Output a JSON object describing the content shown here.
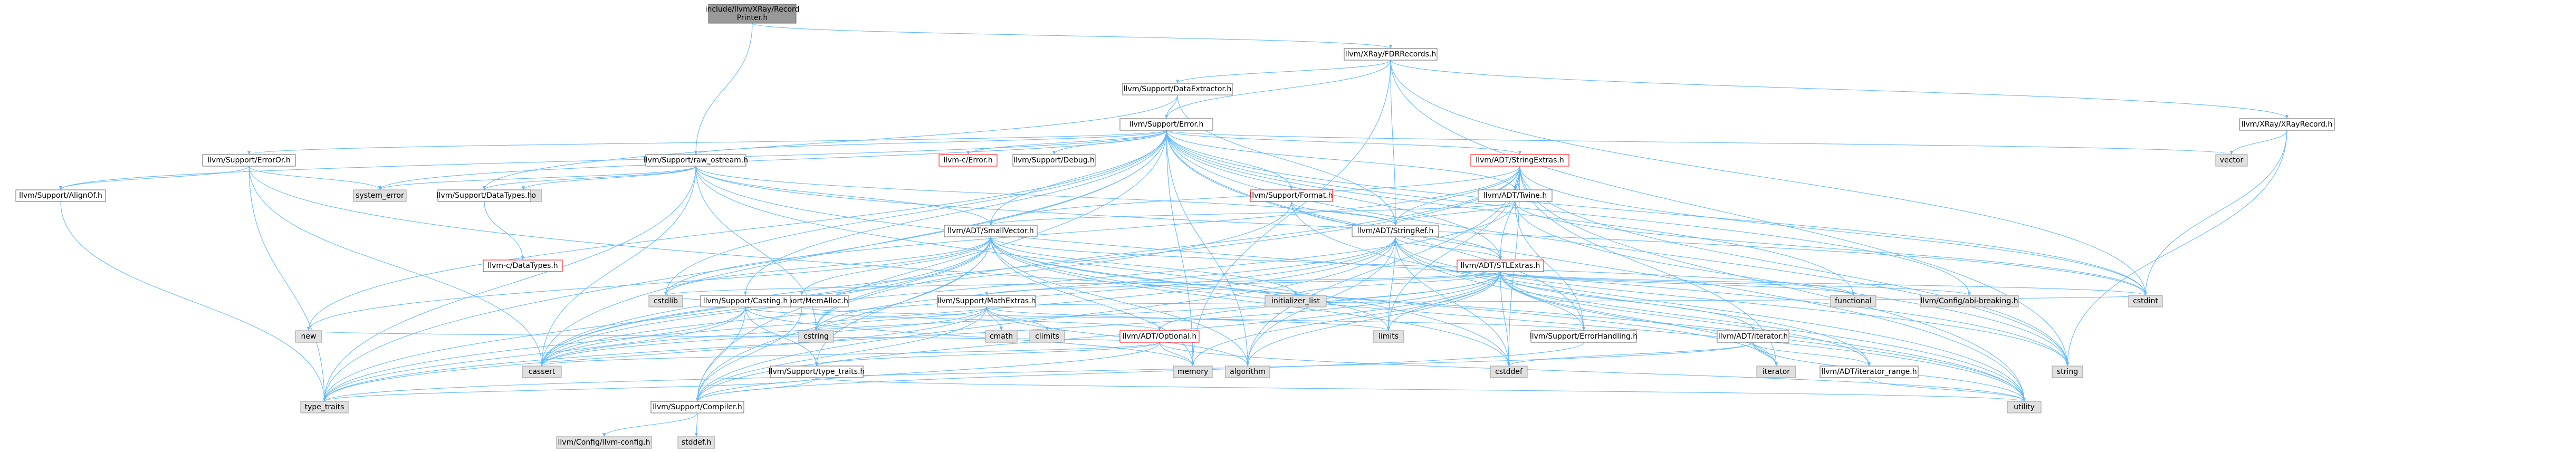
{
  "colors": {
    "root_fill": "#999999",
    "root_stroke": "#666666",
    "header_fill": "#ffffff",
    "header_stroke": "#666666",
    "error_stroke": "#ff0000",
    "system_fill": "#e0e0e0",
    "system_stroke": "#999999",
    "edge": "#63b8ff",
    "text": "#000000"
  },
  "nodes": [
    {
      "id": "root",
      "lines": [
        "include/llvm/XRay/Record",
        "Printer.h"
      ],
      "kind": "root"
    },
    {
      "id": "fdr_records",
      "lines": [
        "llvm/XRay/FDRRecords.h"
      ],
      "kind": "header"
    },
    {
      "id": "raw_ostream",
      "lines": [
        "llvm/Support/raw_ostream.h"
      ],
      "kind": "header"
    },
    {
      "id": "data_extractor",
      "lines": [
        "llvm/Support/DataExtractor.h"
      ],
      "kind": "header"
    },
    {
      "id": "xray_record",
      "lines": [
        "llvm/XRay/XRayRecord.h"
      ],
      "kind": "header"
    },
    {
      "id": "error",
      "lines": [
        "llvm/Support/Error.h"
      ],
      "kind": "header"
    },
    {
      "id": "vector",
      "lines": [
        "vector"
      ],
      "kind": "system"
    },
    {
      "id": "errorstr",
      "lines": [
        "llvm/Support/ErrorOr.h"
      ],
      "kind": "header"
    },
    {
      "id": "c_error",
      "lines": [
        "llvm-c/Error.h"
      ],
      "kind": "error"
    },
    {
      "id": "debug",
      "lines": [
        "llvm/Support/Debug.h"
      ],
      "kind": "header"
    },
    {
      "id": "string_extras",
      "lines": [
        "llvm/ADT/StringExtras.h"
      ],
      "kind": "error"
    },
    {
      "id": "format",
      "lines": [
        "llvm/Support/Format.h"
      ],
      "kind": "error"
    },
    {
      "id": "twine",
      "lines": [
        "llvm/ADT/Twine.h"
      ],
      "kind": "header"
    },
    {
      "id": "alignof",
      "lines": [
        "llvm/Support/AlignOf.h"
      ],
      "kind": "header"
    },
    {
      "id": "system_error",
      "lines": [
        "system_error"
      ],
      "kind": "system"
    },
    {
      "id": "chrono",
      "lines": [
        "chrono"
      ],
      "kind": "system"
    },
    {
      "id": "data_types",
      "lines": [
        "llvm/Support/DataTypes.h"
      ],
      "kind": "header"
    },
    {
      "id": "small_vector",
      "lines": [
        "llvm/ADT/SmallVector.h"
      ],
      "kind": "header"
    },
    {
      "id": "string_ref",
      "lines": [
        "llvm/ADT/StringRef.h"
      ],
      "kind": "header"
    },
    {
      "id": "c_data_types",
      "lines": [
        "llvm-c/DataTypes.h"
      ],
      "kind": "error"
    },
    {
      "id": "mem_alloc",
      "lines": [
        "llvm/Support/MemAlloc.h"
      ],
      "kind": "header"
    },
    {
      "id": "math_extras",
      "lines": [
        "llvm/Support/MathExtras.h"
      ],
      "kind": "header"
    },
    {
      "id": "casting",
      "lines": [
        "llvm/Support/Casting.h"
      ],
      "kind": "header"
    },
    {
      "id": "optional",
      "lines": [
        "llvm/ADT/Optional.h"
      ],
      "kind": "error"
    },
    {
      "id": "stl_extras",
      "lines": [
        "llvm/ADT/STLExtras.h"
      ],
      "kind": "error"
    },
    {
      "id": "error_handling",
      "lines": [
        "llvm/Support/ErrorHandling.h"
      ],
      "kind": "header"
    },
    {
      "id": "adt_iterator",
      "lines": [
        "llvm/ADT/iterator.h"
      ],
      "kind": "header"
    },
    {
      "id": "iterator_range",
      "lines": [
        "llvm/ADT/iterator_range.h"
      ],
      "kind": "header"
    },
    {
      "id": "type_traits_h",
      "lines": [
        "llvm/Support/type_traits.h"
      ],
      "kind": "header"
    },
    {
      "id": "compiler",
      "lines": [
        "llvm/Support/Compiler.h"
      ],
      "kind": "header"
    },
    {
      "id": "abi_breaking",
      "lines": [
        "llvm/Config/abi-breaking.h"
      ],
      "kind": "system"
    },
    {
      "id": "llvm_config",
      "lines": [
        "llvm/Config/llvm-config.h"
      ],
      "kind": "system"
    },
    {
      "id": "new",
      "lines": [
        "new"
      ],
      "kind": "system"
    },
    {
      "id": "type_traits",
      "lines": [
        "type_traits"
      ],
      "kind": "system"
    },
    {
      "id": "cassert",
      "lines": [
        "cassert"
      ],
      "kind": "system"
    },
    {
      "id": "cstdlib",
      "lines": [
        "cstdlib"
      ],
      "kind": "system"
    },
    {
      "id": "cstring",
      "lines": [
        "cstring"
      ],
      "kind": "system"
    },
    {
      "id": "cmath",
      "lines": [
        "cmath"
      ],
      "kind": "system"
    },
    {
      "id": "climits",
      "lines": [
        "climits"
      ],
      "kind": "system"
    },
    {
      "id": "algorithm",
      "lines": [
        "algorithm"
      ],
      "kind": "system"
    },
    {
      "id": "memory",
      "lines": [
        "memory"
      ],
      "kind": "system"
    },
    {
      "id": "limits",
      "lines": [
        "limits"
      ],
      "kind": "system"
    },
    {
      "id": "initializer_list",
      "lines": [
        "initializer_list"
      ],
      "kind": "system"
    },
    {
      "id": "cstddef",
      "lines": [
        "cstddef"
      ],
      "kind": "system"
    },
    {
      "id": "functional",
      "lines": [
        "functional"
      ],
      "kind": "system"
    },
    {
      "id": "iterator",
      "lines": [
        "iterator"
      ],
      "kind": "system"
    },
    {
      "id": "string",
      "lines": [
        "string"
      ],
      "kind": "system"
    },
    {
      "id": "cstdint",
      "lines": [
        "cstdint"
      ],
      "kind": "system"
    },
    {
      "id": "utility",
      "lines": [
        "utility"
      ],
      "kind": "system"
    },
    {
      "id": "stddef",
      "lines": [
        "stddef.h"
      ],
      "kind": "system"
    }
  ],
  "edges": [
    [
      "root",
      "fdr_records"
    ],
    [
      "root",
      "raw_ostream"
    ],
    [
      "fdr_records",
      "data_extractor"
    ],
    [
      "fdr_records",
      "error"
    ],
    [
      "fdr_records",
      "xray_record"
    ],
    [
      "fdr_records",
      "string_ref"
    ],
    [
      "fdr_records",
      "cstdint"
    ],
    [
      "fdr_records",
      "string"
    ],
    [
      "fdr_records",
      "memory"
    ],
    [
      "xray_record",
      "vector"
    ],
    [
      "xray_record",
      "cstdint"
    ],
    [
      "xray_record",
      "string"
    ],
    [
      "data_extractor",
      "error"
    ],
    [
      "data_extractor",
      "string_ref"
    ],
    [
      "data_extractor",
      "data_types"
    ],
    [
      "error",
      "c_error"
    ],
    [
      "error",
      "debug"
    ],
    [
      "error",
      "string_extras"
    ],
    [
      "error",
      "format"
    ],
    [
      "error",
      "twine"
    ],
    [
      "error",
      "errorstr"
    ],
    [
      "error",
      "alignof"
    ],
    [
      "error",
      "raw_ostream"
    ],
    [
      "error",
      "small_vector"
    ],
    [
      "error",
      "stl_extras"
    ],
    [
      "error",
      "error_handling"
    ],
    [
      "error",
      "compiler"
    ],
    [
      "error",
      "abi_breaking"
    ],
    [
      "error",
      "system_error"
    ],
    [
      "error",
      "vector"
    ],
    [
      "error",
      "type_traits"
    ],
    [
      "error",
      "cassert"
    ],
    [
      "error",
      "cstdint"
    ],
    [
      "error",
      "cstdlib"
    ],
    [
      "error",
      "functional"
    ],
    [
      "error",
      "memory"
    ],
    [
      "error",
      "new"
    ],
    [
      "error",
      "string"
    ],
    [
      "error",
      "utility"
    ],
    [
      "error",
      "algorithm"
    ],
    [
      "error",
      "casting"
    ],
    [
      "errorstr",
      "alignof"
    ],
    [
      "errorstr",
      "system_error"
    ],
    [
      "errorstr",
      "cassert"
    ],
    [
      "errorstr",
      "type_traits"
    ],
    [
      "errorstr",
      "utility"
    ],
    [
      "alignof",
      "type_traits"
    ],
    [
      "raw_ostream",
      "string_ref"
    ],
    [
      "raw_ostream",
      "data_types"
    ],
    [
      "raw_ostream",
      "small_vector"
    ],
    [
      "raw_ostream",
      "system_error"
    ],
    [
      "raw_ostream",
      "chrono"
    ],
    [
      "raw_ostream",
      "cassert"
    ],
    [
      "raw_ostream",
      "cstddef"
    ],
    [
      "raw_ostream",
      "cstdint"
    ],
    [
      "raw_ostream",
      "cstring"
    ],
    [
      "raw_ostream",
      "string"
    ],
    [
      "raw_ostream",
      "type_traits"
    ],
    [
      "data_types",
      "c_data_types"
    ],
    [
      "string_extras",
      "string_ref"
    ],
    [
      "string_extras",
      "twine"
    ],
    [
      "string_extras",
      "small_vector"
    ],
    [
      "string_extras",
      "stl_extras"
    ],
    [
      "string_extras",
      "iterator"
    ],
    [
      "string_extras",
      "cstdint"
    ],
    [
      "string_extras",
      "cstddef"
    ],
    [
      "string_extras",
      "cstdlib"
    ],
    [
      "string_extras",
      "cstring"
    ],
    [
      "string_extras",
      "string"
    ],
    [
      "string_extras",
      "utility"
    ],
    [
      "string_extras",
      "algorithm"
    ],
    [
      "string_extras",
      "limits"
    ],
    [
      "string_extras",
      "cassert"
    ],
    [
      "format",
      "string_ref"
    ],
    [
      "format",
      "stl_extras"
    ],
    [
      "format",
      "cassert"
    ],
    [
      "format",
      "cstdio"
    ],
    [
      "format",
      "utility"
    ],
    [
      "format",
      "tuple"
    ],
    [
      "twine",
      "small_vector"
    ],
    [
      "twine",
      "string_ref"
    ],
    [
      "twine",
      "error_handling"
    ],
    [
      "twine",
      "cassert"
    ],
    [
      "twine",
      "cstdint"
    ],
    [
      "twine",
      "string"
    ],
    [
      "twine",
      "string_view"
    ],
    [
      "small_vector",
      "compiler"
    ],
    [
      "small_vector",
      "type_traits_h"
    ],
    [
      "small_vector",
      "algorithm"
    ],
    [
      "small_vector",
      "cassert"
    ],
    [
      "small_vector",
      "cstddef"
    ],
    [
      "small_vector",
      "cstdlib"
    ],
    [
      "small_vector",
      "cstring"
    ],
    [
      "small_vector",
      "functional"
    ],
    [
      "small_vector",
      "initializer_list"
    ],
    [
      "small_vector",
      "iterator"
    ],
    [
      "small_vector",
      "limits"
    ],
    [
      "small_vector",
      "memory"
    ],
    [
      "small_vector",
      "new"
    ],
    [
      "small_vector",
      "type_traits"
    ],
    [
      "small_vector",
      "utility"
    ],
    [
      "small_vector",
      "mem_alloc"
    ],
    [
      "string_ref",
      "stl_extras"
    ],
    [
      "string_ref",
      "iterator_range"
    ],
    [
      "string_ref",
      "compiler"
    ],
    [
      "string_ref",
      "algorithm"
    ],
    [
      "string_ref",
      "cassert"
    ],
    [
      "string_ref",
      "cstddef"
    ],
    [
      "string_ref",
      "cstring"
    ],
    [
      "string_ref",
      "limits"
    ],
    [
      "string_ref",
      "string"
    ],
    [
      "string_ref",
      "type_traits"
    ],
    [
      "string_ref",
      "utility"
    ],
    [
      "mem_alloc",
      "compiler"
    ],
    [
      "mem_alloc",
      "error_handling"
    ],
    [
      "mem_alloc",
      "cstdlib"
    ],
    [
      "math_extras",
      "compiler"
    ],
    [
      "math_extras",
      "cassert"
    ],
    [
      "math_extras",
      "climits"
    ],
    [
      "math_extras",
      "cmath"
    ],
    [
      "math_extras",
      "cstdint"
    ],
    [
      "math_extras",
      "cstring"
    ],
    [
      "math_extras",
      "limits"
    ],
    [
      "math_extras",
      "type_traits"
    ],
    [
      "math_extras",
      "algorithm"
    ],
    [
      "casting",
      "compiler"
    ],
    [
      "casting",
      "type_traits_h"
    ],
    [
      "casting",
      "cassert"
    ],
    [
      "casting",
      "memory"
    ],
    [
      "casting",
      "type_traits"
    ],
    [
      "casting",
      "optional"
    ],
    [
      "optional",
      "compiler"
    ],
    [
      "optional",
      "type_traits_h"
    ],
    [
      "optional",
      "cassert"
    ],
    [
      "optional",
      "new"
    ],
    [
      "optional",
      "utility"
    ],
    [
      "optional",
      "memory"
    ],
    [
      "stl_extras",
      "math_extras"
    ],
    [
      "stl_extras",
      "adt_iterator"
    ],
    [
      "stl_extras",
      "iterator_range"
    ],
    [
      "stl_extras",
      "compiler"
    ],
    [
      "stl_extras",
      "error_handling"
    ],
    [
      "stl_extras",
      "abi_breaking"
    ],
    [
      "stl_extras",
      "algorithm"
    ],
    [
      "stl_extras",
      "cassert"
    ],
    [
      "stl_extras",
      "cstddef"
    ],
    [
      "stl_extras",
      "cstdint"
    ],
    [
      "stl_extras",
      "cstdlib"
    ],
    [
      "stl_extras",
      "functional"
    ],
    [
      "stl_extras",
      "initializer_list"
    ],
    [
      "stl_extras",
      "iterator"
    ],
    [
      "stl_extras",
      "limits"
    ],
    [
      "stl_extras",
      "memory"
    ],
    [
      "stl_extras",
      "tuple"
    ],
    [
      "stl_extras",
      "type_traits"
    ],
    [
      "stl_extras",
      "utility"
    ],
    [
      "stl_extras",
      "optional"
    ],
    [
      "error_handling",
      "compiler"
    ],
    [
      "adt_iterator",
      "iterator_range"
    ],
    [
      "adt_iterator",
      "cstddef"
    ],
    [
      "adt_iterator",
      "iterator"
    ],
    [
      "adt_iterator",
      "type_traits"
    ],
    [
      "adt_iterator",
      "utility"
    ],
    [
      "iterator_range",
      "utility"
    ],
    [
      "type_traits_h",
      "compiler"
    ],
    [
      "type_traits_h",
      "type_traits"
    ],
    [
      "type_traits_h",
      "utility"
    ],
    [
      "compiler",
      "llvm_config"
    ],
    [
      "compiler",
      "stddef"
    ]
  ]
}
